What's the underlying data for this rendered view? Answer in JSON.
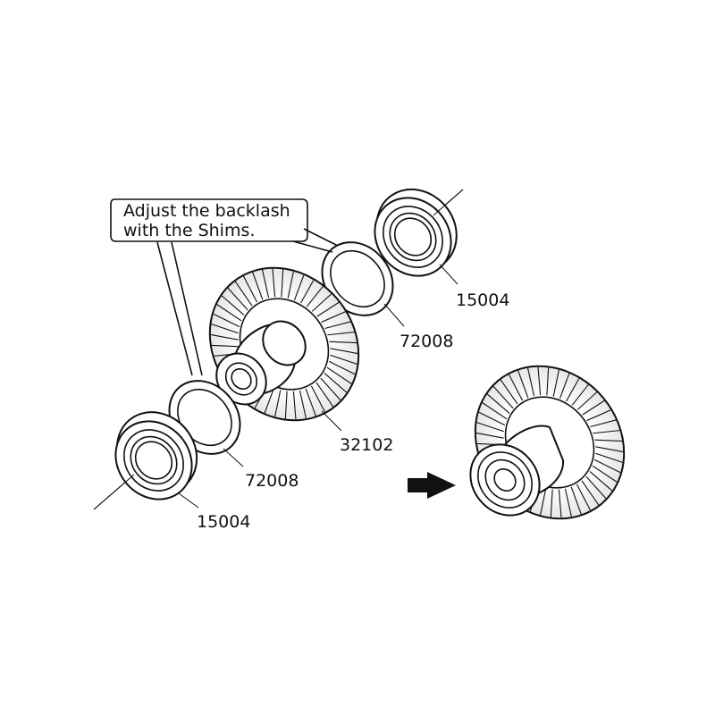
{
  "note": {
    "line1": "Adjust the backlash",
    "line2": "with the Shims."
  },
  "parts": {
    "bearing_top": "15004",
    "shim_top": "72008",
    "gear": "32102",
    "shim_bottom": "72008",
    "bearing_bottom": "15004"
  },
  "arrow": "arrow-right-icon"
}
